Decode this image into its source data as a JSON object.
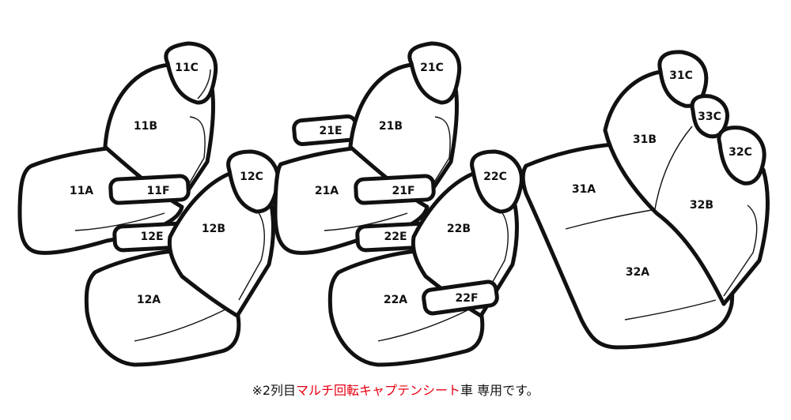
{
  "seat_parts": {
    "p11A": "11A",
    "p11B": "11B",
    "p11C": "11C",
    "p11F": "11F",
    "p12E": "12E",
    "p12A": "12A",
    "p12B": "12B",
    "p12C": "12C",
    "p21A": "21A",
    "p21B": "21B",
    "p21C": "21C",
    "p21E": "21E",
    "p21F": "21F",
    "p22A": "22A",
    "p22B": "22B",
    "p22C": "22C",
    "p22E": "22E",
    "p22F": "22F",
    "p31A": "31A",
    "p31B": "31B",
    "p31C": "31C",
    "p32A": "32A",
    "p32B": "32B",
    "p32C": "32C",
    "p33C": "33C"
  },
  "caption": {
    "prefix": "※2列目",
    "highlight": "マルチ回転キャプテンシート",
    "suffix": "車 専用です。",
    "highlight_color": "#e60012"
  }
}
